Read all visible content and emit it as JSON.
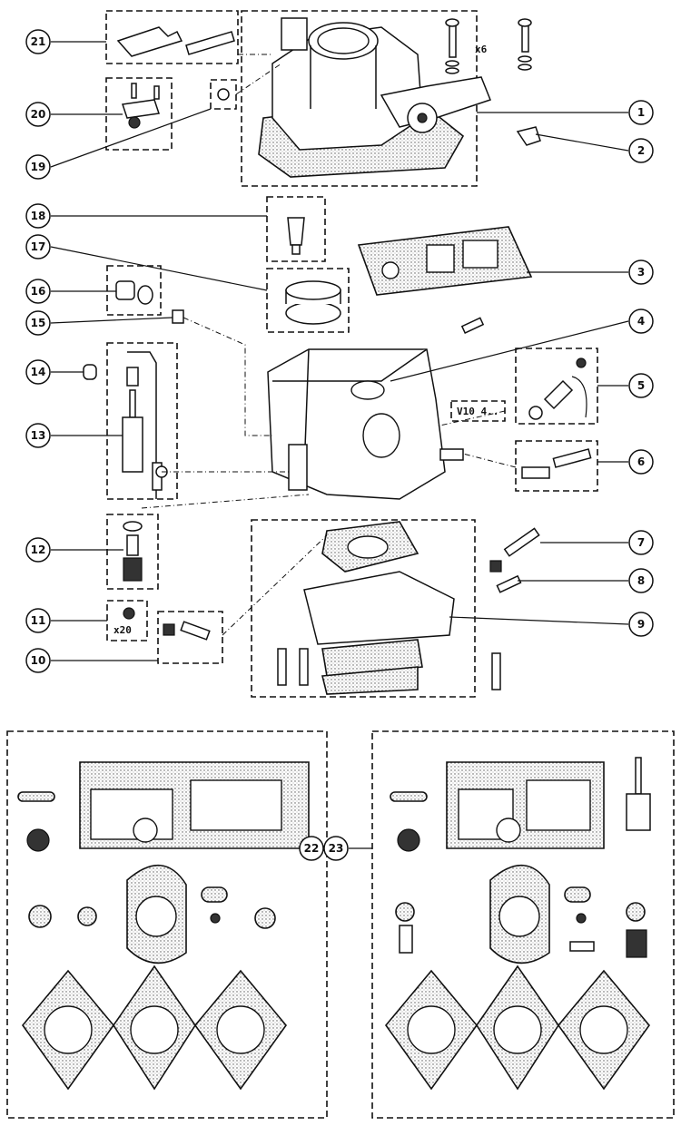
{
  "callouts": [
    "1",
    "2",
    "3",
    "4",
    "5",
    "6",
    "7",
    "8",
    "9",
    "10",
    "11",
    "12",
    "13",
    "14",
    "15",
    "16",
    "17",
    "18",
    "19",
    "20",
    "21",
    "22",
    "23"
  ],
  "labels": {
    "qty_screws": "x6",
    "qty_jets": "x20",
    "model_code": "V10 4.."
  }
}
